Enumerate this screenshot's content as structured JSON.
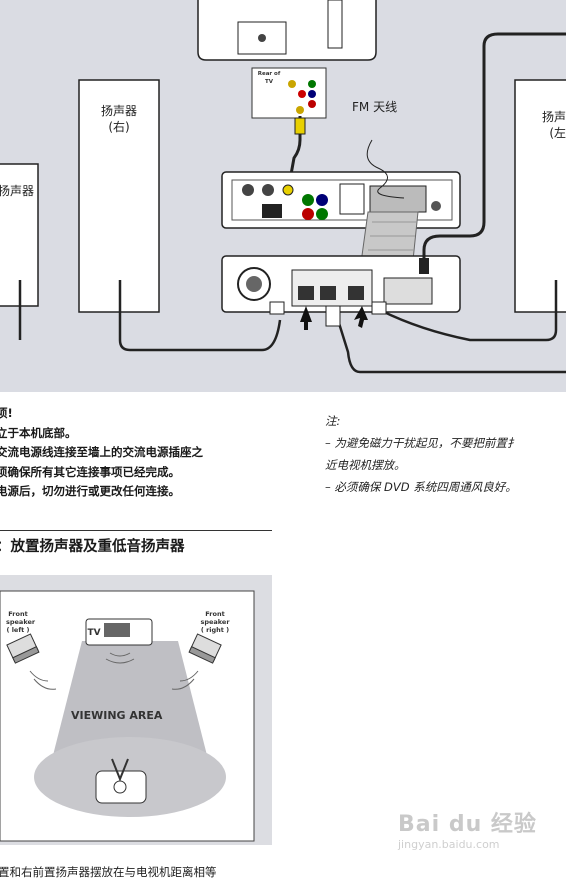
{
  "diagram": {
    "speaker_right_label": "扬声器\n(右)",
    "speaker_left_label": "扬声器\n(左)",
    "speaker_left_partial": "扬声器",
    "fm_antenna": "FM 天线",
    "rear_of_tv": "Rear of TV"
  },
  "warnings": {
    "lines": [
      "项!",
      "立于本机底部。",
      "交流电源线连接至墙上的交流电源插座之",
      "须确保所有其它连接事项已经完成。",
      "电源后，切勿进行或更改任何连接。"
    ]
  },
  "notes": {
    "title": "注:",
    "lines": [
      "–  为避免磁力干扰起见，不要把前置扌",
      "近电视机摆放。",
      "–  必须确保 DVD 系统四周通风良好。"
    ]
  },
  "step": {
    "title": "：放置扬声器及重低音扬声器"
  },
  "placement": {
    "front_left": "Front\nspeaker\n( left )",
    "front_right": "Front\nspeaker\n( right )",
    "tv": "TV",
    "viewing_area": "VIEWING AREA"
  },
  "caption": "置和右前置扬声器摆放在与电视机距离相等",
  "watermark": {
    "brand": "Bai du 经验",
    "url": "jingyan.baidu.com"
  }
}
